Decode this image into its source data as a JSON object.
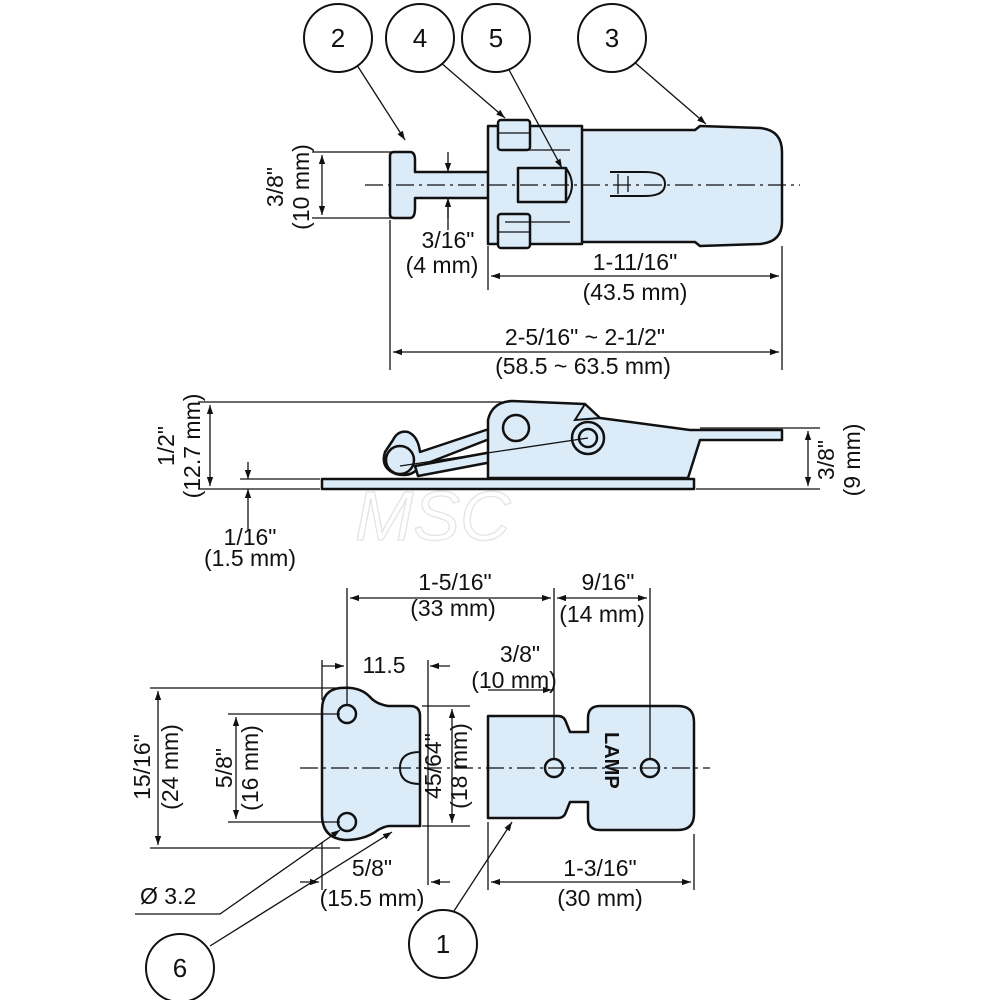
{
  "callouts": {
    "c1": "1",
    "c2": "2",
    "c3": "3",
    "c4": "4",
    "c5": "5",
    "c6": "6"
  },
  "dims": {
    "top_height_in": "3/8\"",
    "top_height_mm": "(10 mm)",
    "shaft_in": "3/16\"",
    "shaft_mm": "(4 mm)",
    "body_len_in": "1-11/16\"",
    "body_len_mm": "(43.5 mm)",
    "total_len_in": "2-5/16\" ~ 2-1/2\"",
    "total_len_mm": "(58.5 ~ 63.5 mm)",
    "side_height_in": "1/2\"",
    "side_height_mm": "(12.7 mm)",
    "side_right_in": "3/8\"",
    "side_right_mm": "(9 mm)",
    "plate_thk_in": "1/16\"",
    "plate_thk_mm": "(1.5 mm)",
    "hole_span_in": "1-5/16\"",
    "hole_span_mm": "(33 mm)",
    "right_hole_in": "9/16\"",
    "right_hole_mm": "(14 mm)",
    "small_dim": "11.5",
    "keeper_hole_in": "3/8\"",
    "keeper_hole_mm": "(10 mm)",
    "plate_h_in": "15/16\"",
    "plate_h_mm": "(24 mm)",
    "hole_pitch_in": "5/8\"",
    "hole_pitch_mm": "(16 mm)",
    "plate_inner_in": "45/64\"",
    "plate_inner_mm": "(18 mm)",
    "hole_dia": "Ø 3.2",
    "plate_w_in": "5/8\"",
    "plate_w_mm": "(15.5 mm)",
    "keeper_w_in": "1-3/16\"",
    "keeper_w_mm": "(30 mm)"
  },
  "logo_text": "LAMP",
  "watermark": "MSC"
}
